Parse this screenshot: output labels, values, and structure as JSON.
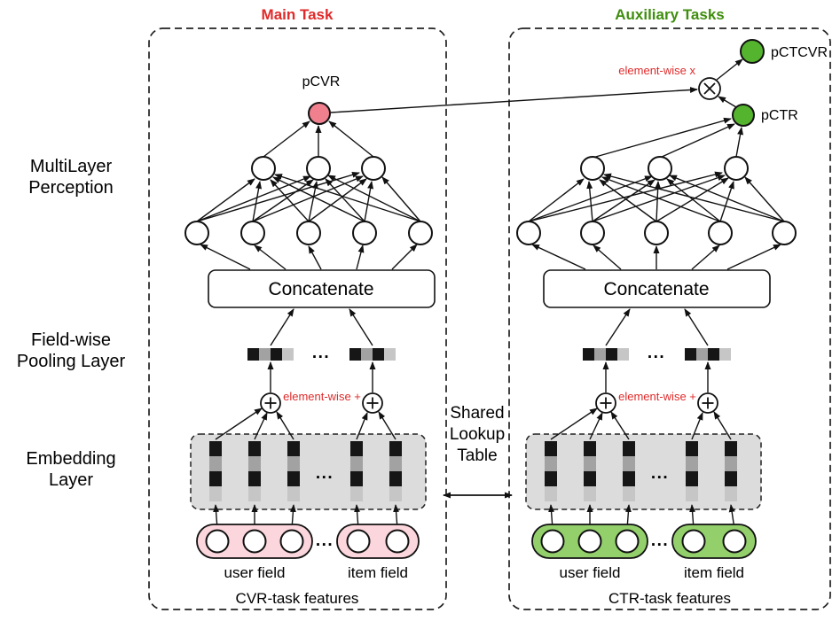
{
  "header": {
    "main_task_title": "Main Task",
    "auxiliary_tasks_title": "Auxiliary Tasks"
  },
  "side_labels": {
    "mlp_line1": "MultiLayer",
    "mlp_line2": "Perception",
    "pooling_line1": "Field-wise",
    "pooling_line2": "Pooling Layer",
    "embedding_line1": "Embedding",
    "embedding_line2": "Layer"
  },
  "shared_lookup": {
    "line1": "Shared",
    "line2": "Lookup",
    "line3": "Table"
  },
  "outputs": {
    "pcvr_label": "pCVR",
    "pctr_label": "pCTR",
    "pctcvr_label": "pCTCVR",
    "elementwise_multiply_label": "element-wise x"
  },
  "cvr_tower": {
    "concatenate_label": "Concatenate",
    "elementwise_add_label": "element-wise +",
    "user_field_label": "user field",
    "item_field_label": "item field",
    "features_label": "CVR-task features",
    "ellipsis": "..."
  },
  "ctr_tower": {
    "concatenate_label": "Concatenate",
    "elementwise_add_label": "element-wise +",
    "user_field_label": "user field",
    "item_field_label": "item field",
    "features_label": "CTR-task features",
    "ellipsis": "..."
  },
  "colors": {
    "main_task_red": "#e02a2a",
    "auxiliary_green": "#3f8e0e",
    "annotation_red": "#e02a2a",
    "pcvr_node_fill": "#f0808e",
    "ctr_node_fill": "#55b42e",
    "cvr_field_fill": "#fcd6dd",
    "ctr_field_fill": "#93d06b",
    "embedding_box_fill": "#dcdcdc"
  }
}
